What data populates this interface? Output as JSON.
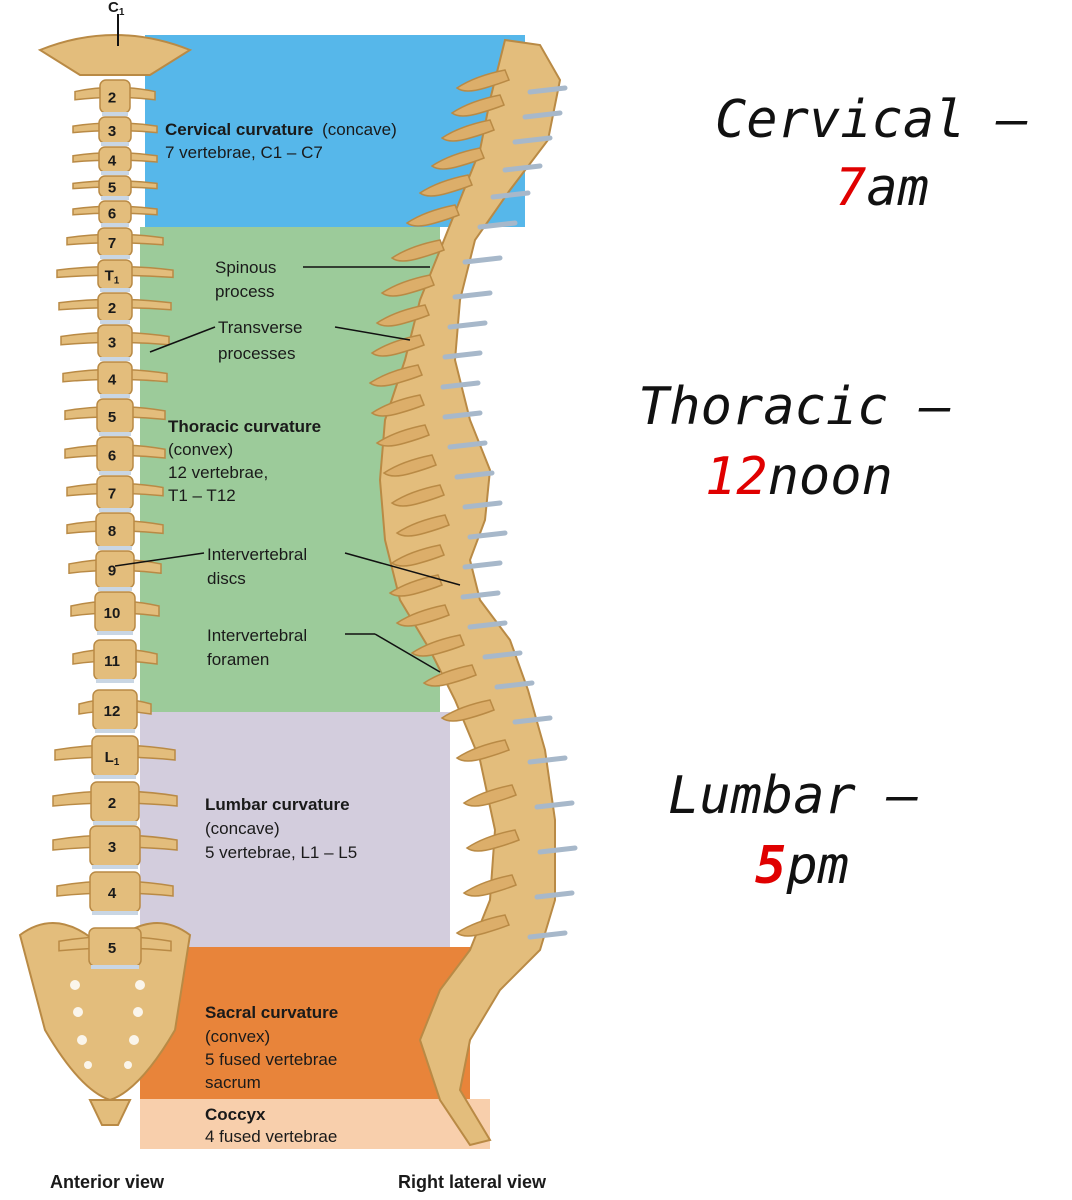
{
  "vertebra_labels": {
    "cervical": [
      "C1",
      "2",
      "3",
      "4",
      "5",
      "6",
      "7"
    ],
    "thoracic": [
      "T1",
      "2",
      "3",
      "4",
      "5",
      "6",
      "7",
      "8",
      "9",
      "10",
      "11",
      "12"
    ],
    "lumbar": [
      "L1",
      "2",
      "3",
      "4",
      "5"
    ]
  },
  "regions": {
    "cervical": {
      "title": "Cervical curvature",
      "qualifier": "(concave)",
      "detail": "7 vertebrae, C1 – C7",
      "color": "#56b7ea"
    },
    "thoracic": {
      "title": "Thoracic curvature",
      "lines": [
        "(convex)",
        "12 vertebrae,",
        "T1 – T12"
      ],
      "color": "#9ccb9a"
    },
    "lumbar": {
      "title": "Lumbar curvature",
      "lines": [
        "(concave)",
        "5 vertebrae, L1 – L5"
      ],
      "color": "#d3cddd"
    },
    "sacral": {
      "title": "Sacral curvature",
      "lines": [
        "(convex)",
        "5 fused vertebrae",
        "sacrum"
      ],
      "color": "#e8843a"
    },
    "coccyx": {
      "title": "Coccyx",
      "lines": [
        "4 fused vertebrae"
      ],
      "color": "#f8cfac"
    }
  },
  "callouts": {
    "spinous": [
      "Spinous",
      "process"
    ],
    "transverse": [
      "Transverse",
      "processes"
    ],
    "discs": [
      "Intervertebral",
      "discs"
    ],
    "foramen": [
      "Intervertebral",
      "foramen"
    ]
  },
  "views": {
    "anterior": "Anterior view",
    "lateral": "Right lateral view"
  },
  "mnemonic": {
    "cervical": {
      "name": "Cervical –",
      "count": "7",
      "time": "am"
    },
    "thoracic": {
      "name": "Thoracic –",
      "count": "12",
      "time": "noon"
    },
    "lumbar": {
      "name": "Lumbar –",
      "count": "5",
      "time": "pm"
    }
  },
  "colors": {
    "bone": "#e3bd7c",
    "bone_dark": "#b98a45",
    "disc": "#c9d6e4",
    "mnemonic_accent": "#e00000"
  }
}
